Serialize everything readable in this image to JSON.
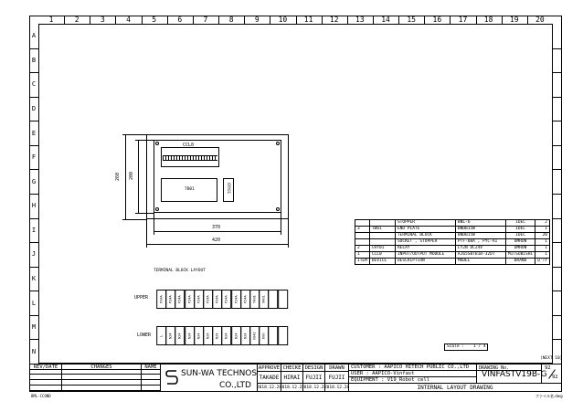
{
  "drawing": {
    "column_numbers": [
      "1",
      "2",
      "3",
      "4",
      "5",
      "6",
      "7",
      "8",
      "9",
      "10",
      "11",
      "12",
      "13",
      "14",
      "15",
      "16",
      "17",
      "18",
      "19",
      "20"
    ],
    "row_letters": [
      "A",
      "B",
      "C",
      "D",
      "E",
      "F",
      "G",
      "H",
      "I",
      "J",
      "K",
      "L",
      "M",
      "N"
    ],
    "corner_left": "BML-CCOND",
    "corner_right": "ファイル名.dwg"
  },
  "panel": {
    "ccl0_label": "CCL0",
    "tb01_label": "TB01",
    "cry01_label": "CRY01",
    "dim_height_outer": "260",
    "dim_height_inner": "200",
    "dim_width_inner": "370",
    "dim_width_outer": "420"
  },
  "bom": {
    "rows": [
      {
        "item": "",
        "device": "",
        "description": "STOPPER",
        "model": "BNL-6",
        "brand": "IDEC",
        "qty": "2"
      },
      {
        "item": "3",
        "device": "TB01",
        "description": "END PLATE",
        "model": "BNDB15W",
        "brand": "IDEC",
        "qty": "1"
      },
      {
        "item": "",
        "device": "",
        "description": "TERMINAL BLOCK",
        "model": "BNDB15W",
        "brand": "IDEC",
        "qty": "20"
      },
      {
        "item": "",
        "device": "",
        "description": "SOCKET , STOPPER",
        "model": "PTF-08A , PYC-A1",
        "brand": "OMRON",
        "qty": "1"
      },
      {
        "item": "2",
        "device": "CRY01",
        "description": "RELAY",
        "model": "LY2N DC24V",
        "brand": "OMRON",
        "qty": "1"
      },
      {
        "item": "1",
        "device": "CCL0",
        "description": "INPUT/OUTPUT MODULE",
        "model": "AJ65SBTB1B-32DT",
        "brand": "MITSUBISHI",
        "qty": "1"
      }
    ],
    "header": {
      "item": "ITEM",
      "device": "DEVICE",
      "description": "DESCRIPTION",
      "model": "MODEL",
      "brand": "BRAND",
      "qty": "Q'TY"
    }
  },
  "terminal_layout": {
    "title": "TERMINAL BLOCK LAYOUT",
    "upper_label": "UPPER",
    "lower_label": "LOWER",
    "upper_terminals": [
      "P24A",
      "P24A",
      "P24A",
      "P24A",
      "P24A",
      "P24A",
      "P24A",
      "P24A",
      "P24A",
      "P24A",
      "Y00E",
      "XA01"
    ],
    "lower_terminals": [
      "L",
      "N24",
      "N24",
      "N24",
      "N24",
      "N24",
      "N24",
      "N24",
      "N24",
      "N24",
      "X042",
      "D00"
    ]
  },
  "scale": {
    "label": "Scale :",
    "value": "1 / 4"
  },
  "title_block": {
    "next_label": "(NEXT 10)",
    "rev_date": "REV/DATE",
    "changes": "CHANGES",
    "name": "NAME",
    "company_line1": "SUN-WA TECHNOS",
    "company_line2": "CO.,LTD",
    "approve": "APPROVE",
    "checke": "CHECKE",
    "design": "DESIGN",
    "drawn": "DRAWN",
    "approve_name": "TAKADE",
    "checke_name": "HIRAI",
    "design_name": "FUJII",
    "drawn_name": "FUJII",
    "approve_date": "2018.12.28",
    "checke_date": "2018.12.28",
    "design_date": "2018.12.28",
    "drawn_date": "2018.12.28",
    "customer": "CUSTOMER : AAPICO HITECH PUBLIC CO.,LTD",
    "user": "USER      : AAPICO-Vinfast",
    "equipment": "EQUIPMENT : V19_Robot cell",
    "drawing_title": "INTERNAL LAYOUT DRAWING",
    "drawing_no_label": "DRAWING No.",
    "drawing_no": "VINFASTV19B-G",
    "sheet_top": "92",
    "sheet_bottom": "92"
  }
}
